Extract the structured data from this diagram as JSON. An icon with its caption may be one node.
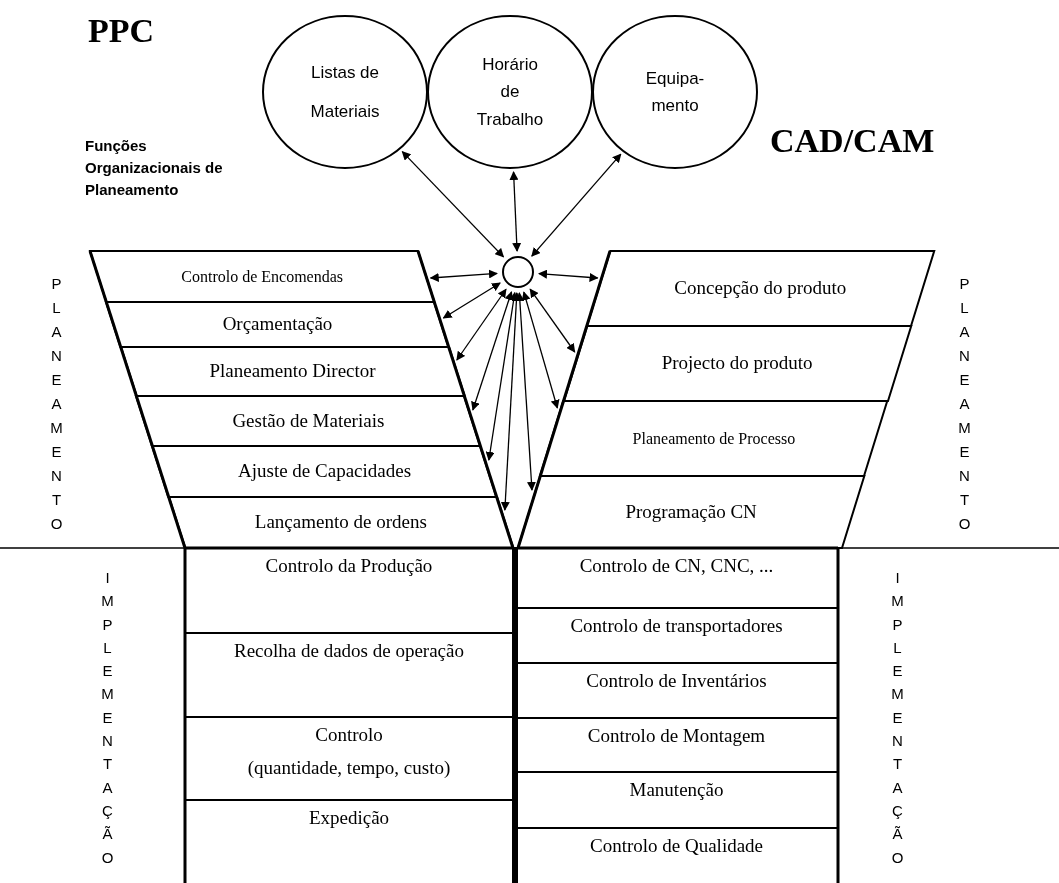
{
  "diagram": {
    "nodes": [
      {
        "text": [
          "Listas de Materiais"
        ]
      },
      {
        "text": [
          "Horário de Trabalho"
        ]
      },
      {
        "text": [
          "Equipa- mento"
        ]
      },
      {
        "text": [],
        "shape": "circle"
      },
      {
        "text": [
          "Controlo de Encomendas"
        ]
      },
      {
        "text": [
          "Orçamentação"
        ]
      },
      {
        "text": [
          "Planeamento Director"
        ]
      },
      {
        "text": [
          "Gestão de Materiais"
        ]
      },
      {
        "text": [
          "Ajuste de Capacidades"
        ]
      },
      {
        "text": [
          "Lançamento de ordens"
        ]
      },
      {
        "text": [
          "Concepção do produto"
        ]
      },
      {
        "text": [
          "Projecto do produto"
        ]
      },
      {
        "text": [
          "Planeamento de Processo"
        ]
      },
      {
        "text": [
          "Programação CN"
        ]
      },
      {
        "text": [
          "Controlo da Produção"
        ]
      },
      {
        "text": [
          "Recolha de dados de operação"
        ]
      },
      {
        "text": [
          "Controlo",
          "(quantidade, tempo, custo)"
        ]
      },
      {
        "text": [
          "Expedição"
        ]
      },
      {
        "text": [
          "Controlo de CN, CNC, ..."
        ]
      },
      {
        "text": [
          "Controlo de transportadores"
        ]
      },
      {
        "text": [
          "Controlo de Inventários"
        ]
      },
      {
        "text": [
          "Controlo de Montagem"
        ]
      },
      {
        "text": [
          "Manutenção"
        ]
      },
      {
        "text": [
          "Controlo de Qualidade"
        ]
      }
    ],
    "edges": [
      {
        "from": 3,
        "to": 0,
        "arrow": "both"
      },
      {
        "from": 3,
        "to": 1,
        "arrow": "both"
      },
      {
        "from": 3,
        "to": 2,
        "arrow": "both"
      },
      {
        "from": 3,
        "to": 4,
        "arrow": "both"
      },
      {
        "from": 3,
        "to": 10,
        "arrow": "both"
      },
      {
        "from": 3,
        "to": 5,
        "arrow": "both"
      },
      {
        "from": 3,
        "to": 6,
        "arrow": "both"
      },
      {
        "from": 3,
        "to": 7,
        "arrow": "both"
      },
      {
        "from": 3,
        "to": 8,
        "arrow": "both"
      },
      {
        "from": 3,
        "to": 9,
        "arrow": "both"
      },
      {
        "from": 3,
        "to": 11,
        "arrow": "both"
      },
      {
        "from": 3,
        "to": 12,
        "arrow": "both"
      },
      {
        "from": 3,
        "to": 13,
        "arrow": "both"
      }
    ],
    "labels": [
      "PPC",
      "CAD/CAM",
      "Funções Organizacionais de Planeamento",
      "PLANEAMENTO",
      "PLANEAMENTO",
      "IMPLEMENTAÇÃO",
      "IMPLEMENTAÇÃO"
    ]
  }
}
